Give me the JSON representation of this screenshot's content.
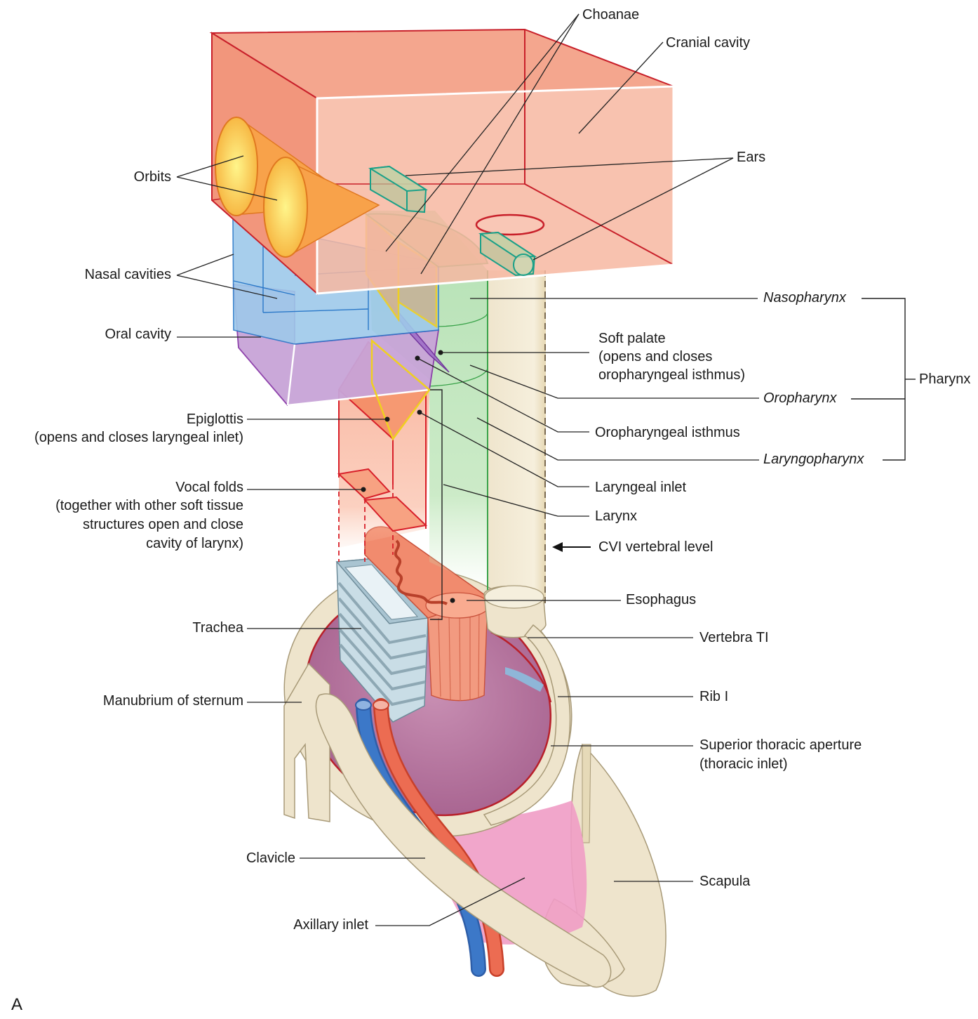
{
  "panel_letter": "A",
  "labels": {
    "choanae": "Choanae",
    "cranial_cavity": "Cranial cavity",
    "ears": "Ears",
    "orbits": "Orbits",
    "nasal_cavities": "Nasal cavities",
    "oral_cavity": "Oral cavity",
    "nasopharynx": "Nasopharynx",
    "soft_palate": [
      "Soft palate",
      "(opens and closes",
      "oropharyngeal isthmus)"
    ],
    "pharynx": "Pharynx",
    "oropharynx": "Oropharynx",
    "epiglottis": [
      "Epiglottis",
      "(opens and closes laryngeal inlet)"
    ],
    "oropharyngeal_isthmus": "Oropharyngeal isthmus",
    "laryngopharynx": "Laryngopharynx",
    "vocal_folds": [
      "Vocal folds",
      "(together with other soft tissue",
      "structures open and close",
      "cavity of larynx)"
    ],
    "laryngeal_inlet": "Laryngeal inlet",
    "larynx": "Larynx",
    "cvi_level": "CVI vertebral level",
    "esophagus": "Esophagus",
    "trachea": "Trachea",
    "vertebra_t1": "Vertebra TI",
    "manubrium": "Manubrium of sternum",
    "rib_1": "Rib I",
    "superior_thoracic_aperture": [
      "Superior thoracic aperture",
      "(thoracic inlet)"
    ],
    "clavicle": "Clavicle",
    "scapula": "Scapula",
    "axillary_inlet": "Axillary inlet"
  },
  "colors": {
    "cranial": "#f08a72",
    "orbit": "#f9c04e",
    "nasal": "#9ec9ea",
    "oral": "#c8a4d8",
    "pharynx": "#9fd8a0",
    "larynx": "#f59a80",
    "bone": "#eee4cc",
    "lung": "#b26a9a",
    "trachea": "#b8d3df",
    "artery": "#e8604a",
    "vein": "#3c78c8",
    "axilla": "#ef96c0"
  }
}
